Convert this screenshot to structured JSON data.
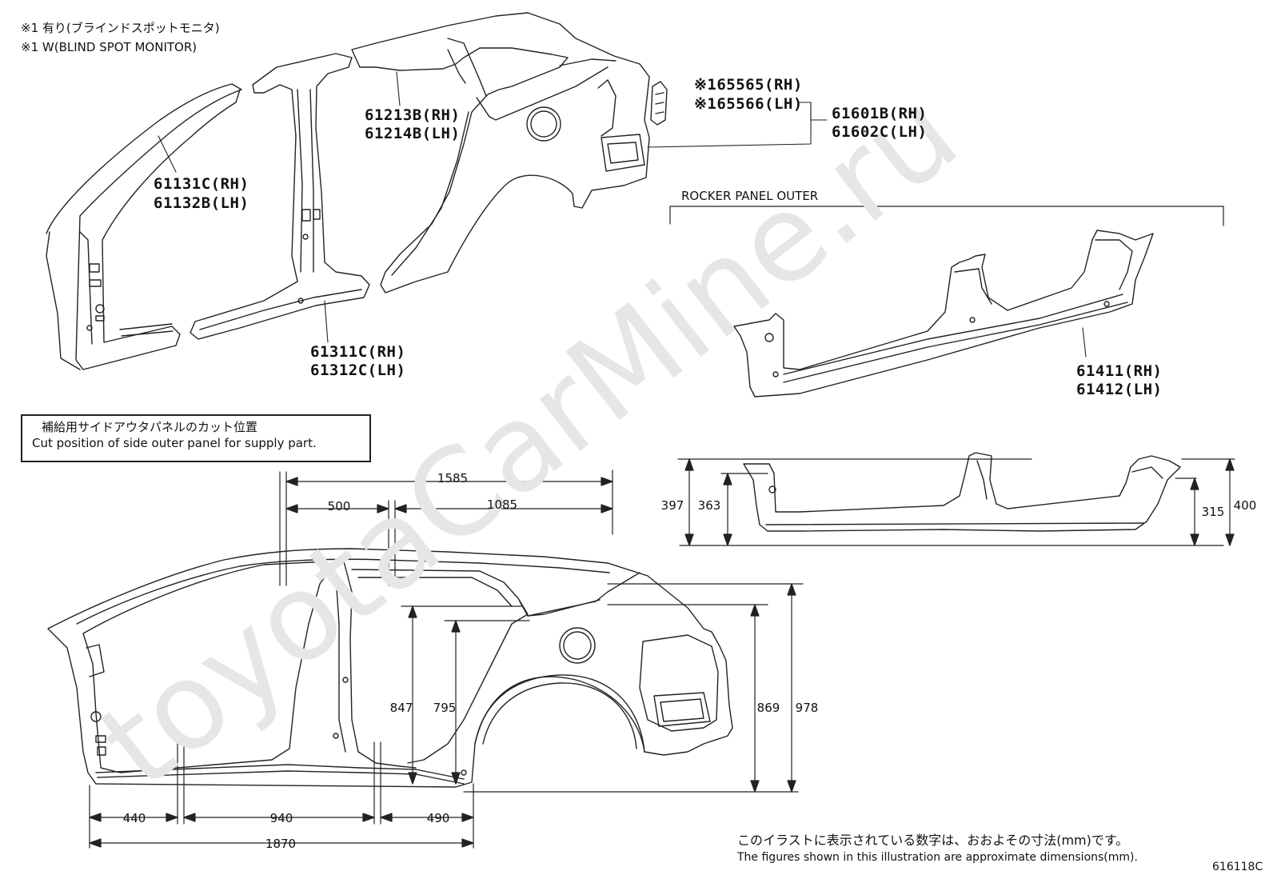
{
  "notes": {
    "jp": "※1 有り(ブラインドスポットモニタ)",
    "en": "※1 W(BLIND SPOT MONITOR)"
  },
  "parts": {
    "a_pillar_rh": "61131C(RH)",
    "a_pillar_lh": "61132B(LH)",
    "roof_rail_rh": "61213B(RH)",
    "roof_rail_lh": "61214B(LH)",
    "center_pillar_rh": "61311C(RH)",
    "center_pillar_lh": "61312C(LH)",
    "bracket_rh": "※165565(RH)",
    "bracket_lh": "※165566(LH)",
    "quarter_rh": "61601B(RH)",
    "quarter_lh": "61602C(LH)",
    "rocker_rh": "61411(RH)",
    "rocker_lh": "61412(LH)"
  },
  "rocker_title": "ROCKER PANEL OUTER",
  "cut_box": {
    "jp": "補給用サイドアウタパネルのカット位置",
    "en": "Cut position of side outer panel for supply part."
  },
  "dimensions": {
    "d1585": "1585",
    "d500": "500",
    "d1085": "1085",
    "d847": "847",
    "d795": "795",
    "d869": "869",
    "d978": "978",
    "d440": "440",
    "d940": "940",
    "d490": "490",
    "d1870": "1870",
    "d397": "397",
    "d363": "363",
    "d315": "315",
    "d400": "400"
  },
  "footer": {
    "jp": "このイラストに表示されている数字は、おおよその寸法(mm)です。",
    "en": "The figures shown in this illustration are approximate dimensions(mm)."
  },
  "diagram_id": "616118C",
  "watermark": "toyotaCarMine.ru"
}
